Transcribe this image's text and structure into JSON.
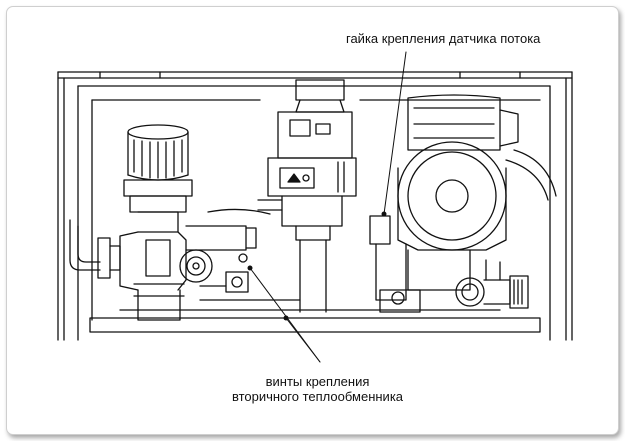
{
  "labels": {
    "flow_sensor_nut": "гайка крепления датчика потока",
    "screws_line1": "винты крепления",
    "screws_line2": "вторичного теплообменника"
  },
  "colors": {
    "ink": "#111111",
    "frame_border": "#cfcfcf",
    "background": "#ffffff"
  }
}
